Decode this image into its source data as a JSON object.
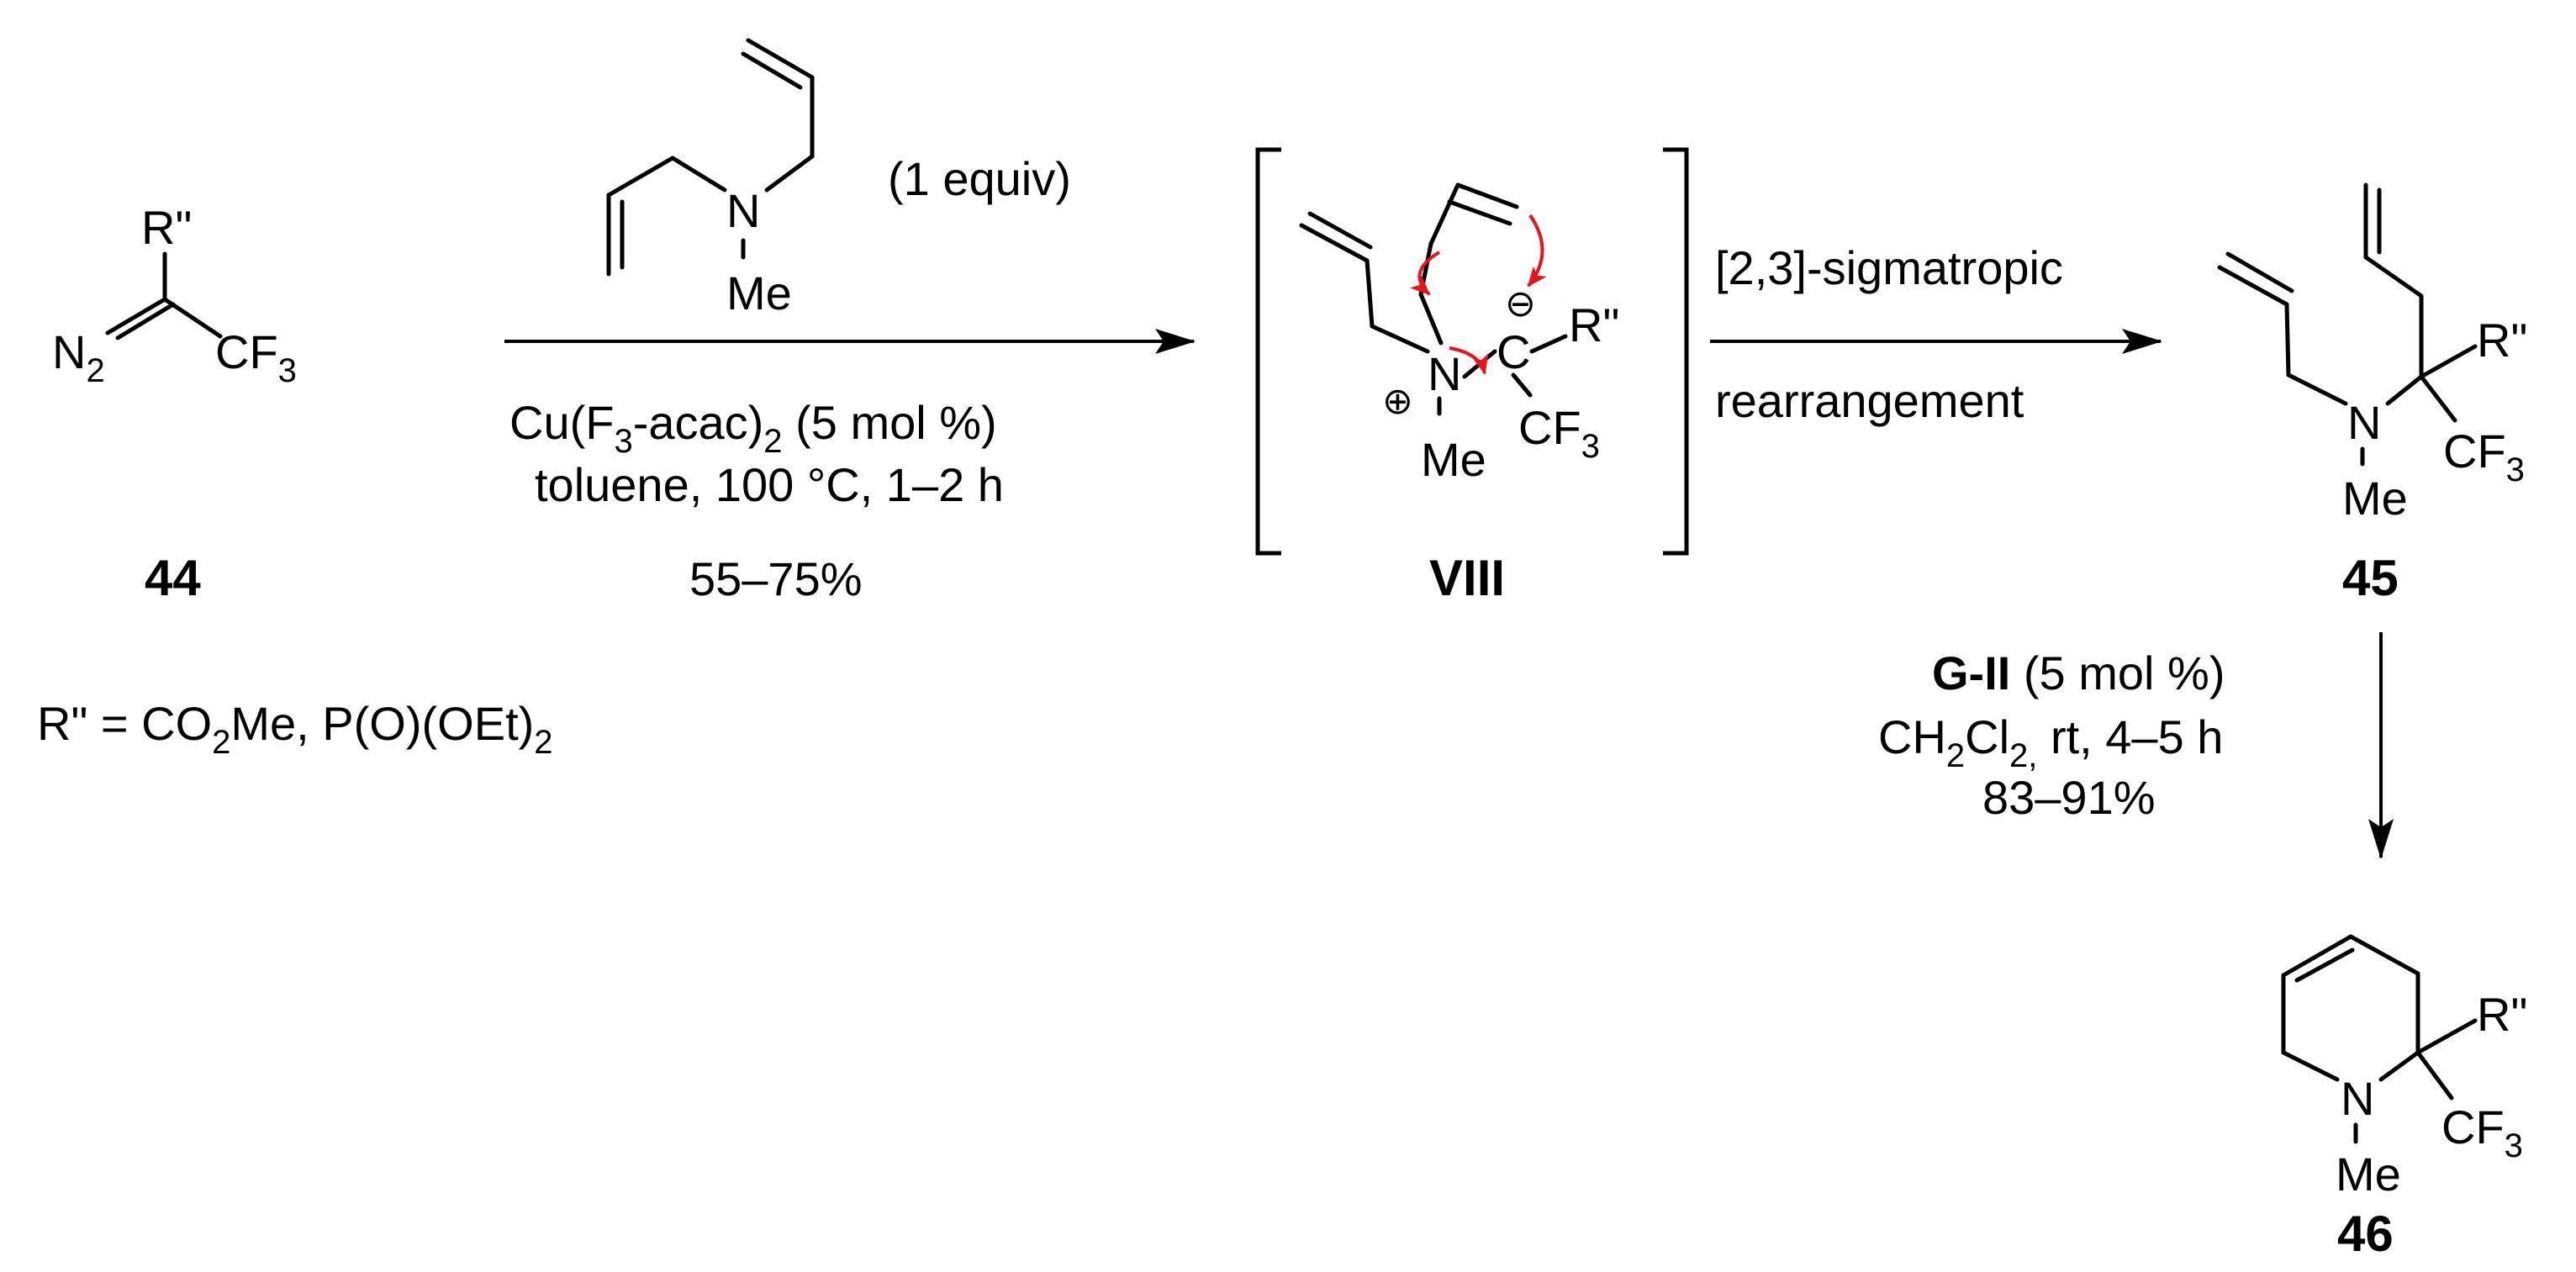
{
  "compounds": {
    "c44": {
      "id": "44",
      "substituent_label": "R\"",
      "n2": "N",
      "n2_sub": "2",
      "cf3": "CF",
      "cf3_sub": "3"
    },
    "amine": {
      "n": "N",
      "me": "Me"
    },
    "c_viii": {
      "id": "VIII",
      "n": "N",
      "c": "C",
      "r": "R\"",
      "cf3": "CF",
      "cf3_sub": "3",
      "me": "Me",
      "plus": "⊕",
      "minus": "⊖"
    },
    "c45": {
      "id": "45",
      "n": "N",
      "r": "R\"",
      "cf3": "CF",
      "cf3_sub": "3",
      "me": "Me"
    },
    "c46": {
      "id": "46",
      "n": "N",
      "r": "R\"",
      "cf3": "CF",
      "cf3_sub": "3",
      "me": "Me"
    }
  },
  "arrow1": {
    "reagent_equiv": "(1 equiv)",
    "catalyst_a": "Cu(F",
    "catalyst_sub1": "3",
    "catalyst_b": "-acac)",
    "catalyst_sub2": "2",
    "catalyst_c": " (5 mol %)",
    "conditions": "toluene, 100 °C, 1–2 h",
    "yield": "55–75%"
  },
  "arrow2": {
    "above": "[2,3]-sigmatropic",
    "below": "rearrangement"
  },
  "arrow3": {
    "catalyst_bold": "G-II",
    "catalyst_rest": " (5 mol %)",
    "solvent_a": "CH",
    "solvent_sub1": "2",
    "solvent_b": "Cl",
    "solvent_sub2": "2,",
    "solvent_c": " rt, 4–5 h",
    "yield": "83–91%"
  },
  "r_definition": {
    "a": "R\" = CO",
    "sub1": "2",
    "b": "Me, P(O)(OEt)",
    "sub2": "2"
  }
}
